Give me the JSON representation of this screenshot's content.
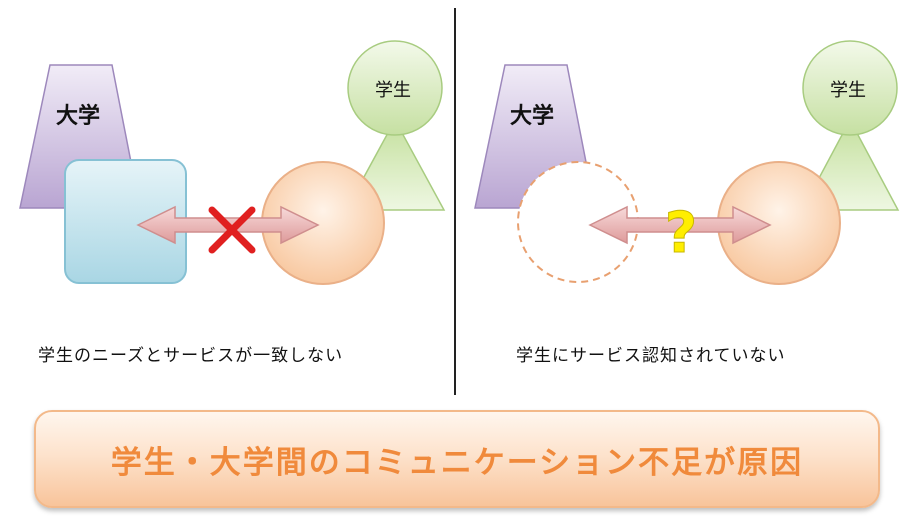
{
  "left_panel": {
    "university_label": "大学",
    "student_label": "学生",
    "caption": "学生のニーズとサービスが一致しない",
    "blocked_mark": "×"
  },
  "right_panel": {
    "university_label": "大学",
    "student_label": "学生",
    "caption": "学生にサービス認知されていない",
    "unknown_mark": "?"
  },
  "conclusion": "学生・大学間のコミュニケーション不足が原因",
  "colors": {
    "university": "#c9b8dc",
    "student_head": "#d6e9b8",
    "student_body": "#cfe6b0",
    "service_box": "#b7dde8",
    "service_circle": "#fbd5b4",
    "arrow": "#e7a9a9",
    "cross": "#e02020",
    "question": "#ffee00",
    "banner_text": "#f08a3c"
  }
}
